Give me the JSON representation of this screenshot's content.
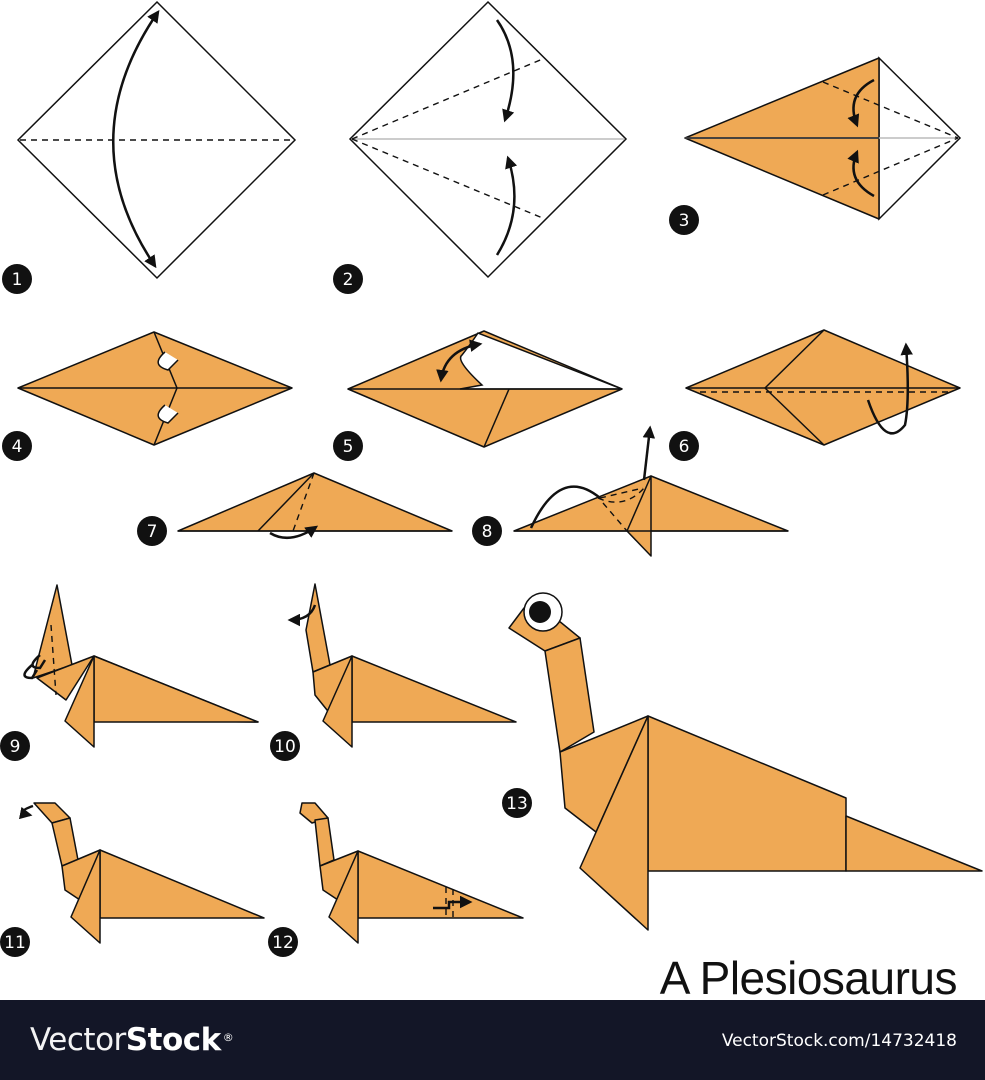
{
  "title": "A Plesiosaurus",
  "colors": {
    "paper": "#EFA955",
    "badge": "#111111",
    "footer_bg": "#131627",
    "footer_text": "#FFFFFF"
  },
  "steps": [
    {
      "number": "1",
      "label": "1"
    },
    {
      "number": "2",
      "label": "2"
    },
    {
      "number": "3",
      "label": "3"
    },
    {
      "number": "4",
      "label": "4"
    },
    {
      "number": "5",
      "label": "5"
    },
    {
      "number": "6",
      "label": "6"
    },
    {
      "number": "7",
      "label": "7"
    },
    {
      "number": "8",
      "label": "8"
    },
    {
      "number": "9",
      "label": "9"
    },
    {
      "number": "10",
      "label": "10"
    },
    {
      "number": "11",
      "label": "11"
    },
    {
      "number": "12",
      "label": "12"
    },
    {
      "number": "13",
      "label": "13"
    }
  ],
  "footer": {
    "brand_thin": "Vector",
    "brand_bold": "Stock",
    "brand_mark": "®",
    "stock_id": "VectorStock.com/14732418"
  }
}
